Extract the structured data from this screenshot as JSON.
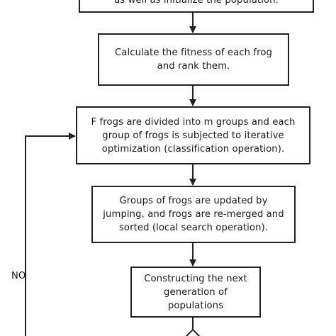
{
  "steps": [
    {
      "id": "init",
      "lines": [
        "as well as initialize the population."
      ]
    },
    {
      "id": "fitness",
      "lines": [
        "Calculate the fitness of each frog",
        "and rank them."
      ]
    },
    {
      "id": "grouping",
      "lines": [
        "F frogs are divided into m groups and each",
        "group of frogs is subjected to iterative",
        "optimization (classification operation)."
      ]
    },
    {
      "id": "update",
      "lines": [
        "Groups of frogs are updated by",
        "jumping, and frogs are re-merged and",
        "sorted (local search operation)."
      ]
    },
    {
      "id": "construct",
      "lines": [
        "Constructing the next",
        "generation of",
        "populations"
      ]
    }
  ],
  "loop_label": "NO",
  "colors": {
    "line": "#222222",
    "background": "#ffffff",
    "text": "#1a1a1a"
  }
}
